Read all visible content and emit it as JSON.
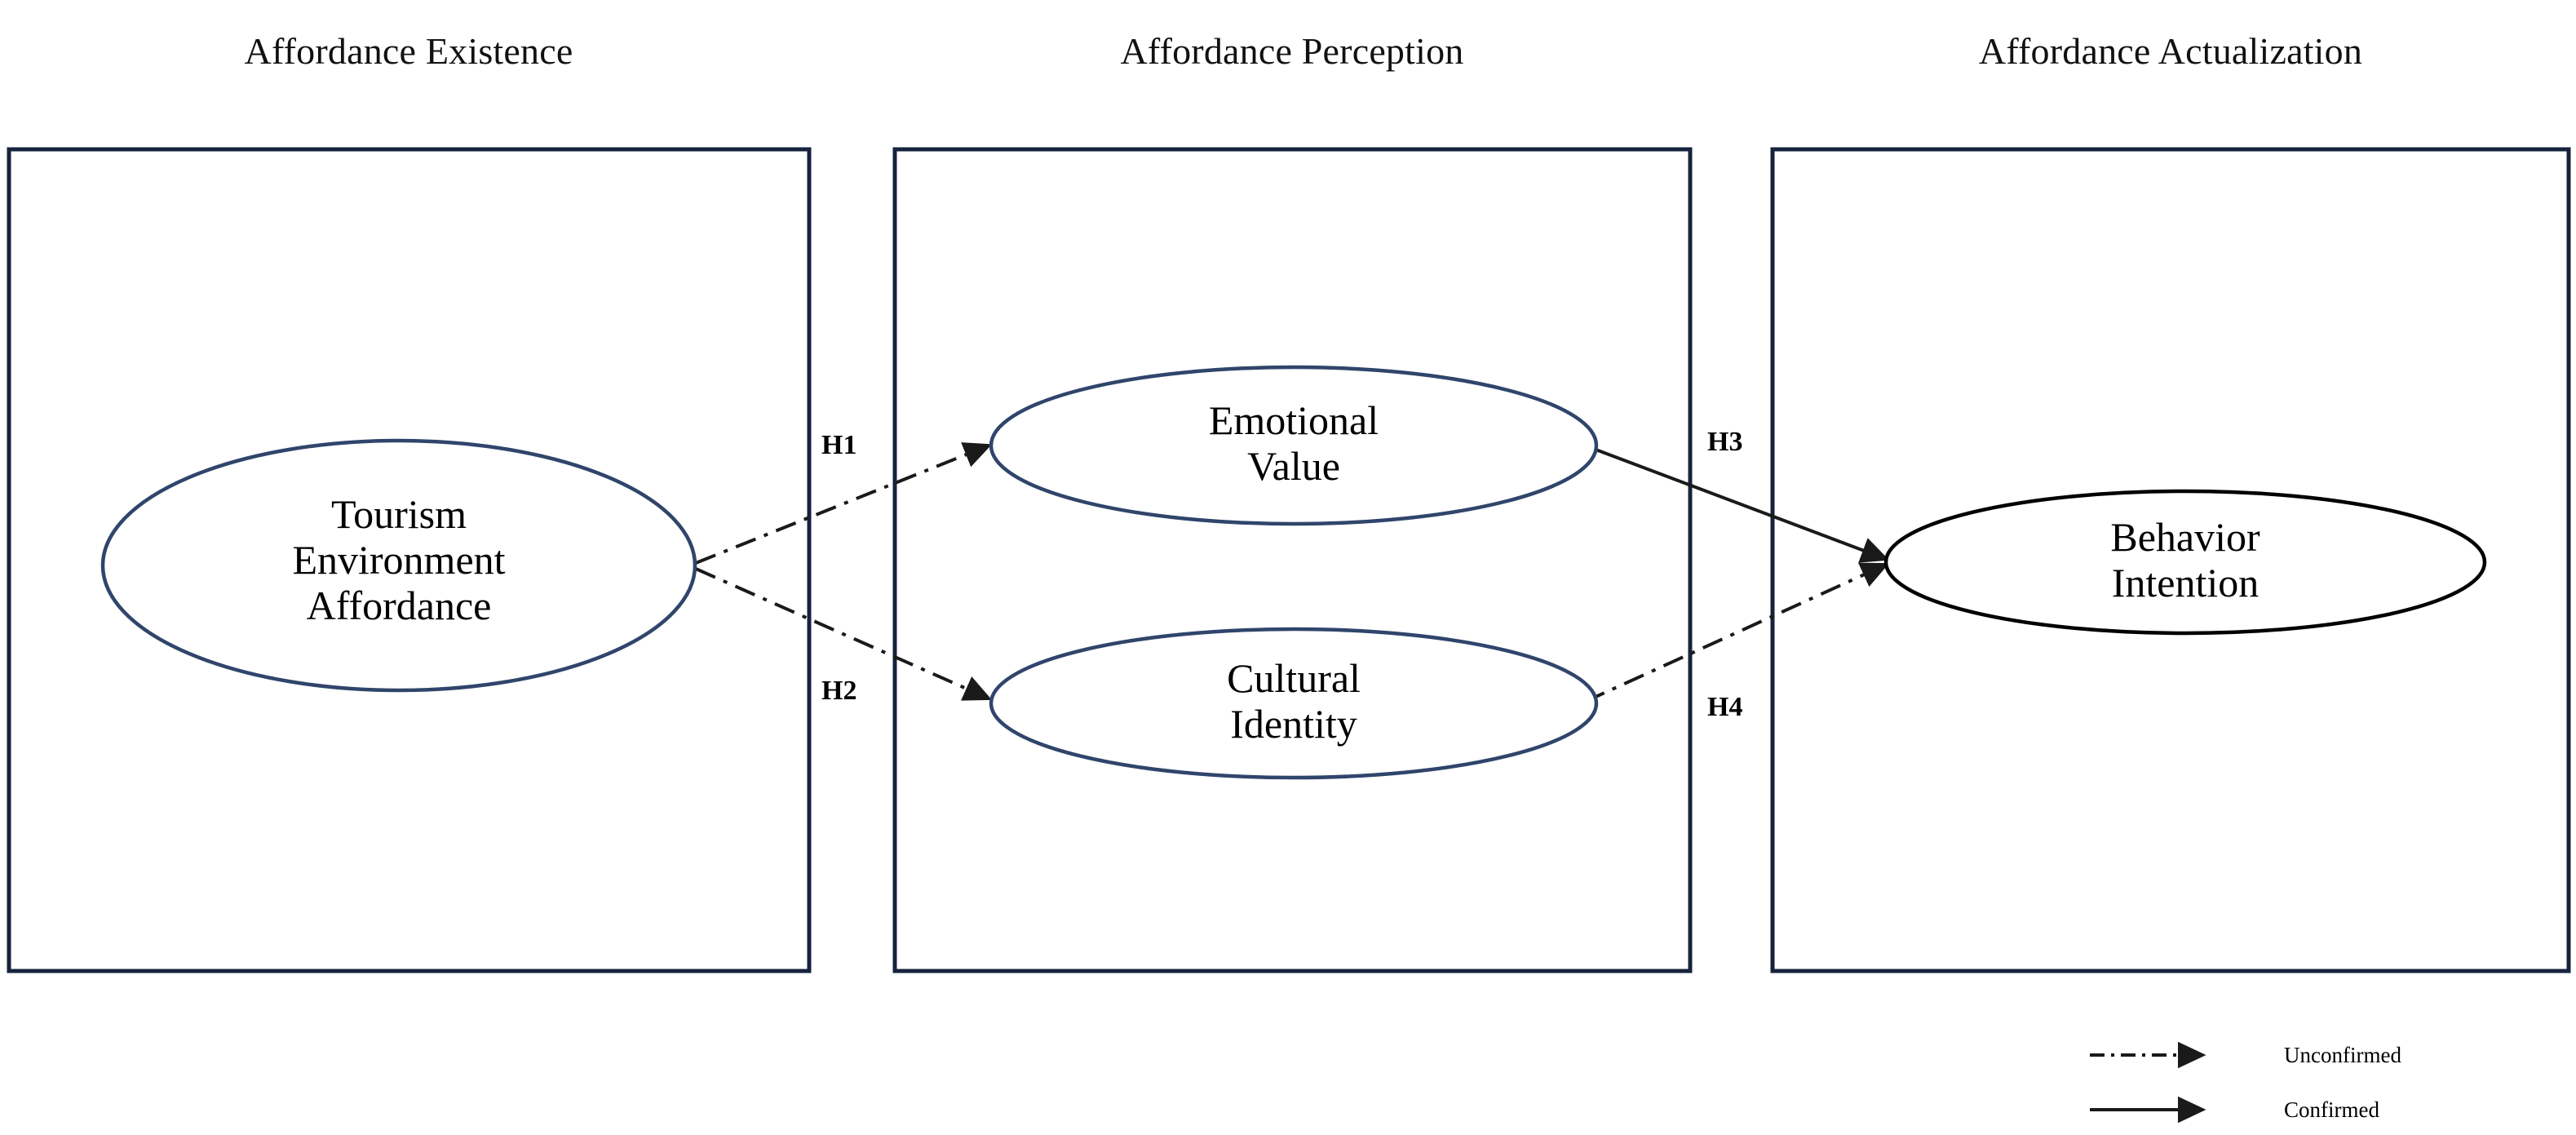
{
  "figure": {
    "type": "research-model-diagram",
    "background_color": "#ffffff",
    "stage_border_color": "#16233d",
    "primary_node_stroke": "#30456b",
    "outcome_node_stroke": "#000000",
    "line_color": "#1a1a1a"
  },
  "stages": [
    {
      "id": "existence",
      "label": "Affordance Existence"
    },
    {
      "id": "perception",
      "label": "Affordance Perception"
    },
    {
      "id": "actualization",
      "label": "Affordance Actualization"
    }
  ],
  "nodes": [
    {
      "id": "tourism-environment-affordance",
      "label": "Tourism\nEnvironment\nAffordance",
      "stage": "existence",
      "stroke": "#30456b"
    },
    {
      "id": "emotional-value",
      "label": "Emotional\nValue",
      "stage": "perception",
      "stroke": "#30456b"
    },
    {
      "id": "cultural-identity",
      "label": "Cultural\nIdentity",
      "stage": "perception",
      "stroke": "#30456b"
    },
    {
      "id": "behavior-intention",
      "label": "Behavior\nIntention",
      "stage": "actualization",
      "stroke": "#000000"
    }
  ],
  "hypotheses": [
    {
      "id": "H1",
      "label": "H1",
      "from": "tourism-environment-affordance",
      "to": "emotional-value",
      "status": "Unconfirmed",
      "line_style": "dash-dot"
    },
    {
      "id": "H2",
      "label": "H2",
      "from": "tourism-environment-affordance",
      "to": "cultural-identity",
      "status": "Unconfirmed",
      "line_style": "dash-dot"
    },
    {
      "id": "H3",
      "label": "H3",
      "from": "emotional-value",
      "to": "behavior-intention",
      "status": "Confirmed",
      "line_style": "solid"
    },
    {
      "id": "H4",
      "label": "H4",
      "from": "cultural-identity",
      "to": "behavior-intention",
      "status": "Unconfirmed",
      "line_style": "dash-dot"
    }
  ],
  "legend": {
    "items": [
      {
        "id": "unconfirmed",
        "label": "Unconfirmed",
        "line_style": "dash-dot"
      },
      {
        "id": "confirmed",
        "label": "Confirmed",
        "line_style": "solid"
      }
    ]
  }
}
